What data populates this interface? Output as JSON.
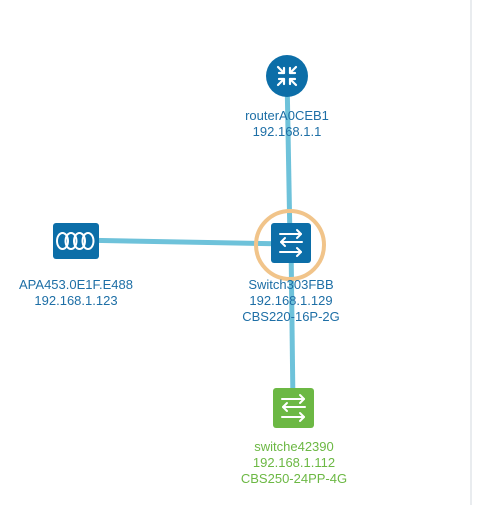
{
  "colors": {
    "link": "#6ec2da",
    "device_blue": "#0c6ea8",
    "device_green": "#6cb844",
    "label_blue": "#1e6fa6",
    "label_green": "#6cb844",
    "selection_ring": "#f1c48a"
  },
  "nodes": {
    "router": {
      "icon": "router-icon",
      "name": "routerA0CEB1",
      "ip": "192.168.1.1"
    },
    "access_point": {
      "icon": "access-point-icon",
      "name": "APA453.0E1F.E488",
      "ip": "192.168.1.123"
    },
    "core_switch": {
      "icon": "switch-icon",
      "name": "Switch303FBB",
      "ip": "192.168.1.129",
      "model": "CBS220-16P-2G",
      "selected": true
    },
    "edge_switch": {
      "icon": "switch-icon",
      "name": "switche42390",
      "ip": "192.168.1.112",
      "model": "CBS250-24PP-4G"
    }
  }
}
